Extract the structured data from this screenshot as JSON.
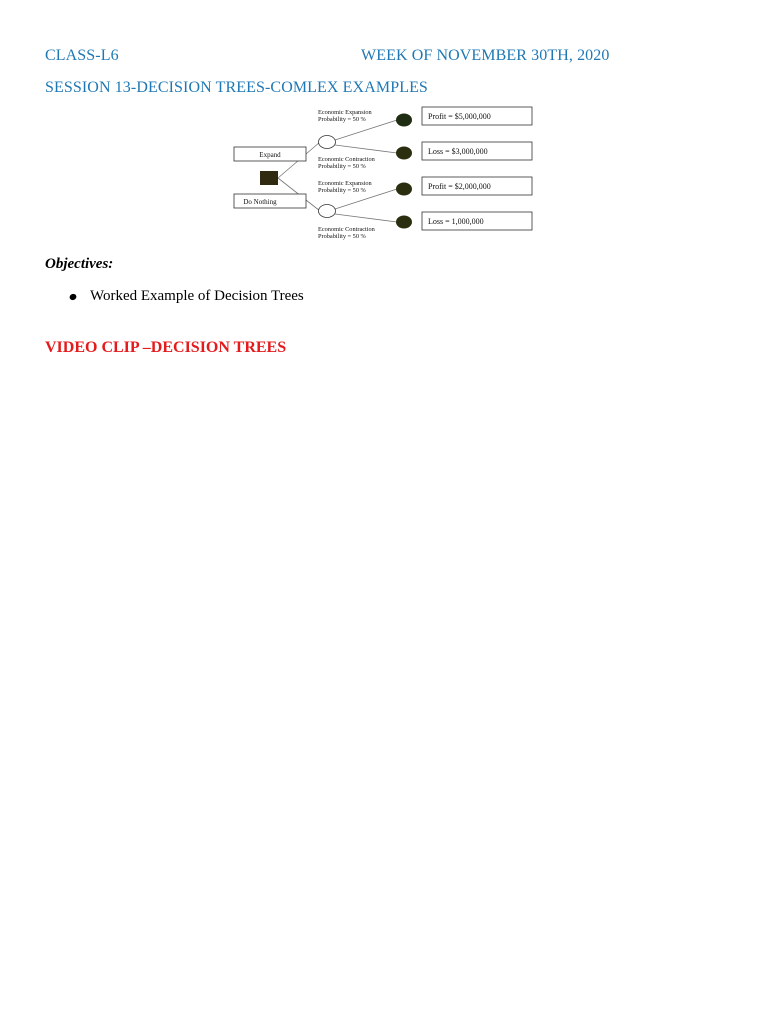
{
  "colors": {
    "header_blue": "#1f78b4",
    "video_red": "#e41a1c",
    "chance_node_fill": "#2b2f10",
    "decision_node_fill": "#2f2a10"
  },
  "header": {
    "class_label": "CLASS-L6",
    "week_label": "WEEK OF NOVEMBER 30TH, 2020",
    "session_title": "SESSION 13-DECISION TREES-COMLEX EXAMPLES"
  },
  "diagram": {
    "decision_options": [
      "Expand",
      "Do Nothing"
    ],
    "branches": [
      {
        "event": "Economic Expansion",
        "probability": "Probability = 50 %",
        "outcome": "Profit = $5,000,000"
      },
      {
        "event": "Economic Contraction",
        "probability": "Probability = 50 %",
        "outcome": "Loss = $3,000,000"
      },
      {
        "event": "Economic Expansion",
        "probability": "Probability = 50 %",
        "outcome": "Profit = $2,000,000"
      },
      {
        "event": "Economic Contraction",
        "probability": "Probability = 50 %",
        "outcome": "Loss = 1,000,000"
      }
    ]
  },
  "objectives": {
    "heading": "Objectives:",
    "items": [
      "Worked Example of Decision Trees"
    ]
  },
  "video": {
    "title": "VIDEO CLIP –DECISION TREES"
  }
}
